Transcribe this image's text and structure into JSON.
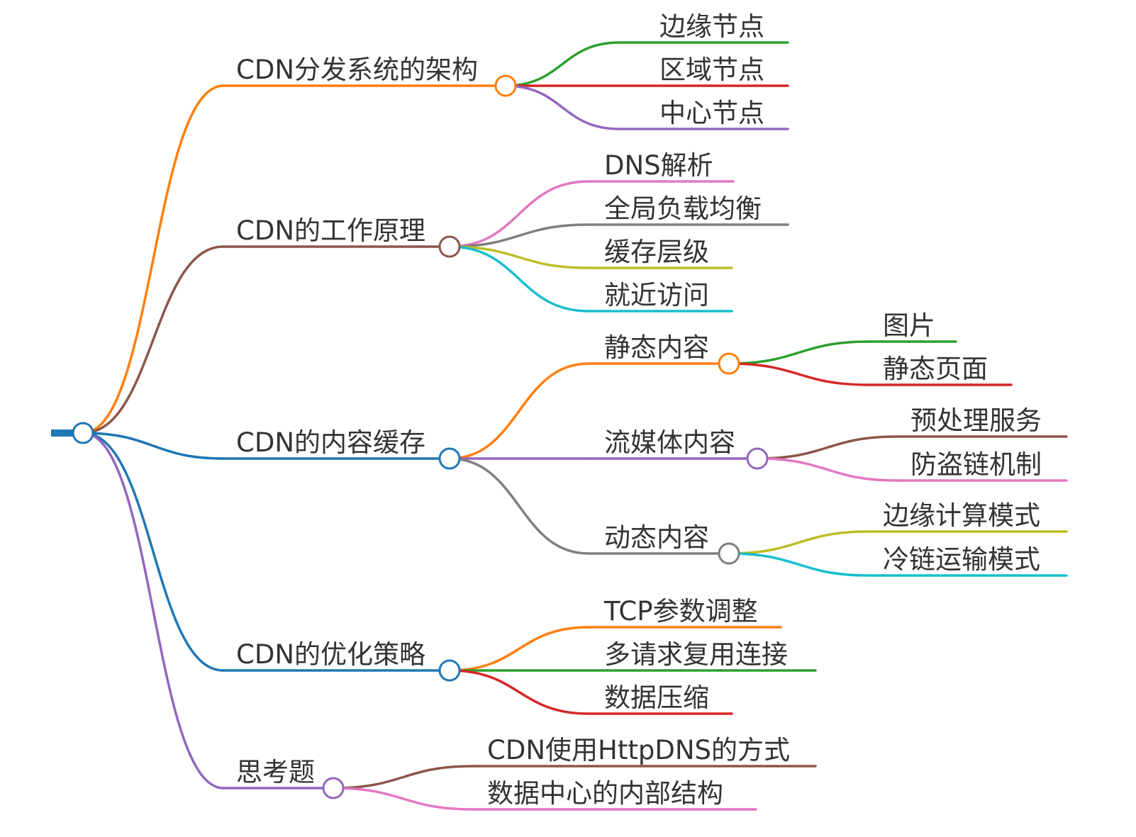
{
  "mindmap": {
    "root": {
      "label": "",
      "color": "#1f77b4",
      "children": [
        {
          "label": "CDN分发系统的架构",
          "color": "#ff7f0e",
          "children": [
            {
              "label": "边缘节点",
              "color": "#2ca02c"
            },
            {
              "label": "区域节点",
              "color": "#d62728"
            },
            {
              "label": "中心节点",
              "color": "#9467bd"
            }
          ]
        },
        {
          "label": "CDN的工作原理",
          "color": "#8c564b",
          "children": [
            {
              "label": "DNS解析",
              "color": "#e377c2"
            },
            {
              "label": "全局负载均衡",
              "color": "#7f7f7f"
            },
            {
              "label": "缓存层级",
              "color": "#bcbd22"
            },
            {
              "label": "就近访问",
              "color": "#17becf"
            }
          ]
        },
        {
          "label": "CDN的内容缓存",
          "color": "#1f77b4",
          "children": [
            {
              "label": "静态内容",
              "color": "#ff7f0e",
              "children": [
                {
                  "label": "图片",
                  "color": "#2ca02c"
                },
                {
                  "label": "静态页面",
                  "color": "#d62728"
                }
              ]
            },
            {
              "label": "流媒体内容",
              "color": "#9467bd",
              "children": [
                {
                  "label": "预处理服务",
                  "color": "#8c564b"
                },
                {
                  "label": "防盗链机制",
                  "color": "#e377c2"
                }
              ]
            },
            {
              "label": "动态内容",
              "color": "#7f7f7f",
              "children": [
                {
                  "label": "边缘计算模式",
                  "color": "#bcbd22"
                },
                {
                  "label": "冷链运输模式",
                  "color": "#17becf"
                }
              ]
            }
          ]
        },
        {
          "label": "CDN的优化策略",
          "color": "#1f77b4",
          "children": [
            {
              "label": "TCP参数调整",
              "color": "#ff7f0e"
            },
            {
              "label": "多请求复用连接",
              "color": "#2ca02c"
            },
            {
              "label": "数据压缩",
              "color": "#d62728"
            }
          ]
        },
        {
          "label": "思考题",
          "color": "#9467bd",
          "children": [
            {
              "label": "CDN使用HttpDNS的方式",
              "color": "#8c564b"
            },
            {
              "label": "数据中心的内部结构",
              "color": "#e377c2"
            }
          ]
        }
      ]
    }
  }
}
